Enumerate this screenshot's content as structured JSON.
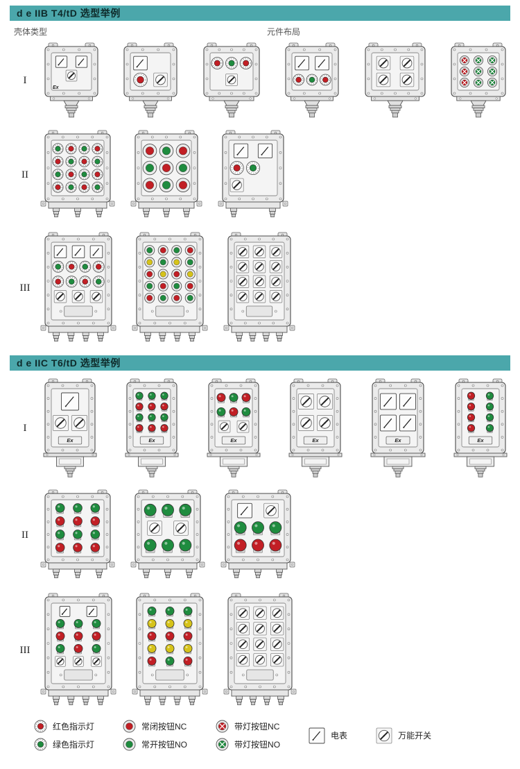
{
  "ex_label": "Ex",
  "colors": {
    "header_bg": "#4ba7ab",
    "header_text": "#0e2a2a",
    "red": "#c21f25",
    "green": "#1f8c3f",
    "yellow": "#d6c31a"
  },
  "sections": [
    {
      "id": "iib",
      "header": "d e IIB T4/tD 选型举例",
      "col_left_label": "壳体类型",
      "col_right_label": "元件布局",
      "rows": [
        {
          "label": "I",
          "boxes": [
            {
              "w": 76,
              "h": 72,
              "ex": "corner",
              "bottom": "neck",
              "rows": [
                [
                  "meter",
                  "meter"
                ],
                [
                  "",
                  "switch",
                  ""
                ]
              ]
            },
            {
              "w": 76,
              "h": 72,
              "bottom": "neck",
              "rows": [
                [
                  "meter",
                  ""
                ],
                [
                  "ind-red",
                  "switch"
                ]
              ]
            },
            {
              "w": 80,
              "h": 72,
              "bottom": "neck",
              "rows": [
                [
                  "ind-red",
                  "ind-green",
                  "ind-red"
                ],
                [
                  "",
                  "switch",
                  ""
                ]
              ]
            },
            {
              "w": 76,
              "h": 72,
              "bottom": "neck",
              "rows": [
                [
                  "meter",
                  "meter"
                ],
                [
                  "ind-red",
                  "ind-green",
                  "ind-red"
                ]
              ]
            },
            {
              "w": 86,
              "h": 72,
              "bottom": "neck",
              "rows": [
                [
                  "switch",
                  "switch"
                ],
                [
                  "switch",
                  "switch"
                ]
              ]
            },
            {
              "w": 78,
              "h": 72,
              "bottom": "neck",
              "rows": [
                [
                  "lamp-red",
                  "lamp-green",
                  "lamp-green"
                ],
                [
                  "lamp-red",
                  "lamp-green",
                  "lamp-green"
                ],
                [
                  "lamp-red",
                  "lamp-green",
                  "lamp-green"
                ]
              ]
            }
          ]
        },
        {
          "label": "II",
          "boxes": [
            {
              "w": 94,
              "h": 98,
              "bottom": "box",
              "glands": 3,
              "rows": [
                [
                  "ind-green",
                  "ind-red",
                  "ind-green",
                  "ind-red"
                ],
                [
                  "ind-red",
                  "ind-green",
                  "ind-red",
                  "ind-green"
                ],
                [
                  "ind-green",
                  "ind-red",
                  "ind-green",
                  "ind-red"
                ],
                [
                  "ind-red",
                  "ind-green",
                  "ind-red",
                  "ind-green"
                ]
              ]
            },
            {
              "w": 90,
              "h": 98,
              "bottom": "box",
              "glands": 3,
              "rows": [
                [
                  "btn-red",
                  "btn-green",
                  "btn-red"
                ],
                [
                  "btn-green",
                  "btn-red",
                  "btn-green"
                ],
                [
                  "btn-red",
                  "btn-green",
                  "btn-red"
                ]
              ]
            },
            {
              "w": 88,
              "h": 98,
              "bottom": "box",
              "glands": 2,
              "rows": [
                [
                  "meter",
                  "meter"
                ],
                [
                  "ind-red",
                  "ind-green",
                  ""
                ],
                [
                  "switch",
                  "",
                  ""
                ]
              ]
            }
          ]
        },
        {
          "label": "III",
          "boxes": [
            {
              "w": 96,
              "h": 130,
              "bottom": "box",
              "glands": 4,
              "lowerPlate": true,
              "rows": [
                [
                  "meter",
                  "meter",
                  "meter"
                ],
                [
                  "ind-green",
                  "ind-red",
                  "ind-green",
                  "ind-red"
                ],
                [
                  "ind-red",
                  "ind-green",
                  "ind-red",
                  "ind-green"
                ],
                [
                  "switch",
                  "switch",
                  "switch"
                ]
              ]
            },
            {
              "w": 96,
              "h": 130,
              "bottom": "box",
              "glands": 4,
              "lowerPlate": true,
              "rows": [
                [
                  "btn-green",
                  "btn-red",
                  "btn-green",
                  "btn-red"
                ],
                [
                  "btn-yellow",
                  "btn-green",
                  "btn-yellow",
                  "btn-green"
                ],
                [
                  "btn-red",
                  "btn-yellow",
                  "btn-red",
                  "btn-yellow"
                ],
                [
                  "btn-green",
                  "btn-red",
                  "btn-green",
                  "btn-red"
                ],
                [
                  "btn-red",
                  "btn-green",
                  "btn-red",
                  "btn-green"
                ]
              ]
            },
            {
              "w": 90,
              "h": 130,
              "bottom": "box",
              "glands": 4,
              "lowerPlate": true,
              "rows": [
                [
                  "switch",
                  "switch",
                  "switch"
                ],
                [
                  "switch",
                  "switch",
                  "switch"
                ],
                [
                  "switch",
                  "switch",
                  "switch"
                ],
                [
                  "switch",
                  "switch",
                  "switch"
                ]
              ]
            }
          ]
        }
      ]
    },
    {
      "id": "iic",
      "header": "d e IIC T6/tD 选型举例",
      "rows": [
        {
          "label": "I",
          "boxes": [
            {
              "w": 72,
              "h": 102,
              "ex": "plate",
              "bottom": "pedestal",
              "rows": [
                [
                  "meter"
                ],
                [
                  "switch",
                  "switch"
                ]
              ]
            },
            {
              "w": 72,
              "h": 102,
              "ex": "plate",
              "bottom": "pedestal",
              "rows": [
                [
                  "dome-green",
                  "dome-green",
                  "dome-green"
                ],
                [
                  "dome-red",
                  "dome-red",
                  "dome-red"
                ],
                [
                  "dome-green",
                  "dome-green",
                  "dome-green"
                ],
                [
                  "dome-red",
                  "dome-red",
                  "dome-red"
                ]
              ]
            },
            {
              "w": 72,
              "h": 102,
              "ex": "plate",
              "bottom": "pedestal",
              "rows": [
                [
                  "dome-red",
                  "dome-green",
                  "dome-red"
                ],
                [
                  "dome-green",
                  "dome-red",
                  "dome-green"
                ],
                [
                  "switch",
                  "switch"
                ]
              ]
            },
            {
              "w": 72,
              "h": 102,
              "ex": "plate",
              "bottom": "pedestal",
              "rows": [
                [
                  "switch",
                  "switch"
                ],
                [
                  "switch",
                  "switch"
                ]
              ]
            },
            {
              "w": 74,
              "h": 102,
              "ex": "plate",
              "bottom": "pedestal",
              "rows": [
                [
                  "meter",
                  "meter"
                ],
                [
                  "meter",
                  "meter"
                ]
              ]
            },
            {
              "w": 72,
              "h": 102,
              "ex": "plate",
              "bottom": "pedestal",
              "rows": [
                [
                  "dome-red",
                  "dome-green"
                ],
                [
                  "dome-red",
                  "dome-green"
                ],
                [
                  "dome-red",
                  "dome-green"
                ],
                [
                  "dome-red",
                  "dome-green"
                ]
              ]
            }
          ]
        },
        {
          "label": "II",
          "boxes": [
            {
              "w": 94,
              "h": 100,
              "bottom": "box",
              "glands": 3,
              "rows": [
                [
                  "dome-green",
                  "dome-green",
                  "dome-green"
                ],
                [
                  "dome-red",
                  "dome-red",
                  "dome-red"
                ],
                [
                  "dome-green",
                  "dome-green",
                  "dome-green"
                ],
                [
                  "dome-red",
                  "dome-red",
                  "dome-red"
                ]
              ]
            },
            {
              "w": 94,
              "h": 100,
              "bottom": "box",
              "glands": 3,
              "rows": [
                [
                  "dome-green",
                  "dome-green",
                  "dome-green"
                ],
                [
                  "switch",
                  "switch"
                ],
                [
                  "dome-green",
                  "dome-green",
                  "dome-green"
                ]
              ]
            },
            {
              "w": 94,
              "h": 100,
              "bottom": "box",
              "glands": 3,
              "rows": [
                [
                  "meter",
                  "switch"
                ],
                [
                  "dome-green",
                  "dome-green",
                  "dome-green"
                ],
                [
                  "dome-red",
                  "dome-red",
                  "dome-red"
                ]
              ]
            }
          ]
        },
        {
          "label": "III",
          "boxes": [
            {
              "w": 96,
              "h": 134,
              "bottom": "box",
              "glands": 4,
              "lowerPlate": true,
              "rows": [
                [
                  "meter",
                  "meter"
                ],
                [
                  "dome-green",
                  "dome-green",
                  "dome-green"
                ],
                [
                  "dome-red",
                  "dome-red",
                  "dome-red"
                ],
                [
                  "dome-green",
                  "dome-red",
                  "dome-green"
                ],
                [
                  "switch",
                  "switch",
                  "switch"
                ]
              ]
            },
            {
              "w": 96,
              "h": 134,
              "bottom": "box",
              "glands": 4,
              "lowerPlate": true,
              "rows": [
                [
                  "dome-green",
                  "dome-green",
                  "dome-green"
                ],
                [
                  "dome-yellow",
                  "dome-yellow",
                  "dome-yellow"
                ],
                [
                  "dome-red",
                  "dome-red",
                  "dome-red"
                ],
                [
                  "dome-yellow",
                  "dome-yellow",
                  "dome-yellow"
                ],
                [
                  "dome-red",
                  "dome-green",
                  "dome-red"
                ]
              ]
            },
            {
              "w": 92,
              "h": 134,
              "bottom": "box",
              "glands": 4,
              "lowerPlate": true,
              "rows": [
                [
                  "switch",
                  "switch",
                  "switch"
                ],
                [
                  "switch",
                  "switch",
                  "switch"
                ],
                [
                  "switch",
                  "switch",
                  "switch"
                ],
                [
                  "switch",
                  "switch",
                  "switch"
                ]
              ]
            }
          ]
        }
      ]
    }
  ],
  "legend": {
    "items": [
      {
        "icon": "red-indicator",
        "label": "红色指示灯"
      },
      {
        "icon": "green-indicator",
        "label": "绿色指示灯"
      },
      {
        "icon": "nc-button",
        "label": "常闭按钮NC"
      },
      {
        "icon": "no-button",
        "label": "常开按钮NO"
      },
      {
        "icon": "nc-lamp-button",
        "label": "带灯按钮NC"
      },
      {
        "icon": "no-lamp-button",
        "label": "带灯按钮NO"
      },
      {
        "icon": "meter",
        "label": "电表"
      },
      {
        "icon": "universal-switch",
        "label": "万能开关"
      }
    ]
  }
}
